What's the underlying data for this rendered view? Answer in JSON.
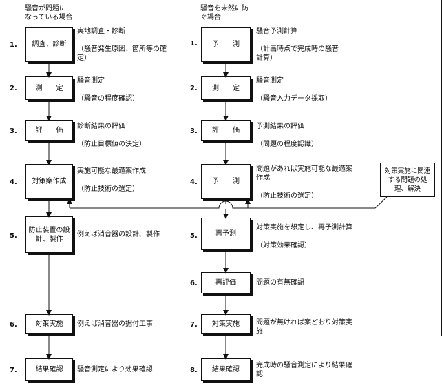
{
  "headers": {
    "left": "騒音が問題に\nなっている場合",
    "right": "騒音を未然に防\nぐ場合"
  },
  "left_steps": [
    {
      "num": "1.",
      "box": "調査、診断",
      "note": "実地調査・診断\n\n（騒音発生原因、箇所等の確\n定）"
    },
    {
      "num": "2.",
      "box": "測　　定",
      "note": "騒音測定\n\n（騒音の程度確認）"
    },
    {
      "num": "3.",
      "box": "評　　価",
      "note": "診断結果の評価\n\n（防止目標値の決定）"
    },
    {
      "num": "4.",
      "box": "対策案作成",
      "note": "実施可能な最適案作成\n\n（防止技術の選定）"
    },
    {
      "num": "5.",
      "box": "防止装置の設\n計、製作",
      "note": "例えば消音器の設計、製作"
    },
    {
      "num": "6.",
      "box": "対策実施",
      "note": "例えば消音器の据付工事"
    },
    {
      "num": "7.",
      "box": "結果確認",
      "note": "騒音測定により効果確認"
    }
  ],
  "right_steps": [
    {
      "num": "1.",
      "box": "予　　測",
      "note": "騒音予測計算\n\n（計画時点で完成時の騒音\n計算）"
    },
    {
      "num": "2.",
      "box": "測　　定",
      "note": "騒音測定\n\n（騒音入力データ採取）"
    },
    {
      "num": "3.",
      "box": "評　　価",
      "note": "予測結果の評価\n\n（問題の程度認識）"
    },
    {
      "num": "4.",
      "box": "予　　測",
      "note": "問題があれば実施可能な最適案\n作成\n\n（防止技術の選定）"
    },
    {
      "num": "5.",
      "box": "再予測",
      "note": "対策実施を想定し、再予測計算\n\n（対策効果確認）"
    },
    {
      "num": "6.",
      "box": "再評価",
      "note": "問題の有無確認"
    },
    {
      "num": "7.",
      "box": "対策実施",
      "note": "問題が無ければ案どおり対策実\n施"
    },
    {
      "num": "8.",
      "box": "結果確認",
      "note": "完成時の騒音測定により結果確\n認"
    }
  ],
  "callout": "対策実施に関連\nする問題の処\n理、解決"
}
